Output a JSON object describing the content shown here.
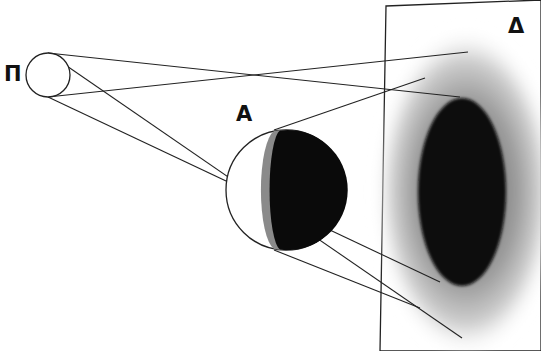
{
  "diagram": {
    "labels": [
      "Π",
      "A",
      "Δ"
    ]
  }
}
